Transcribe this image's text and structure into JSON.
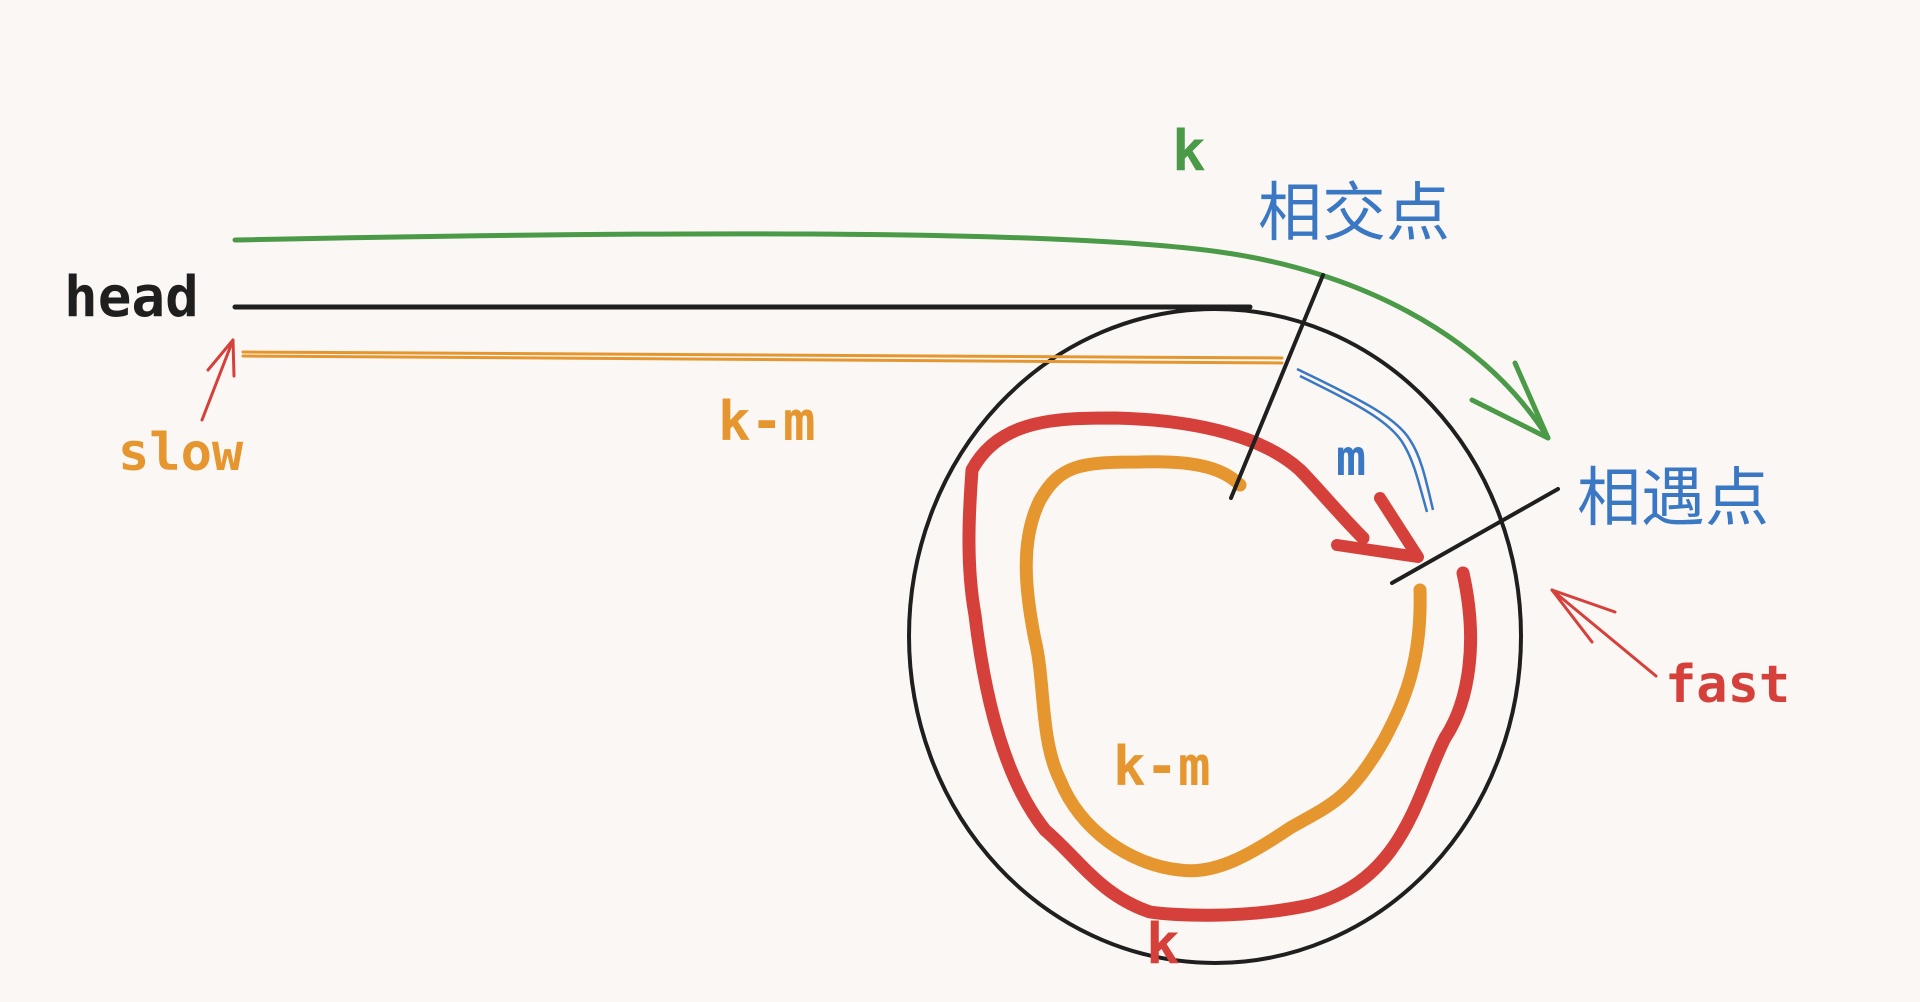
{
  "labels": {
    "head": "head",
    "slow": "slow",
    "fast": "fast",
    "k_top": "k",
    "k_bottom": "k",
    "km_top": "k-m",
    "km_circle": "k-m",
    "m": "m",
    "intersection": "相交点",
    "meeting": "相遇点"
  },
  "colors": {
    "background": "#fbf7f4",
    "black": "#1f1f1f",
    "green": "#4a9a48",
    "orange": "#e6962f",
    "red": "#d6403a",
    "blue": "#3b78c4"
  }
}
